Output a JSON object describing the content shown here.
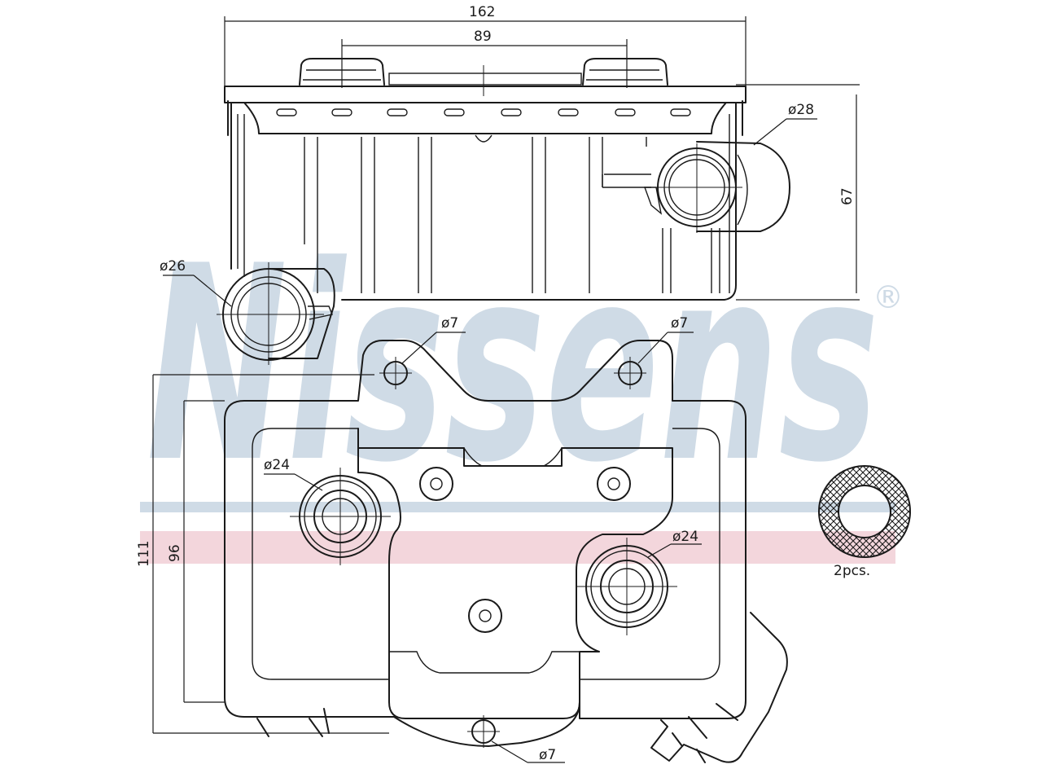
{
  "watermark": {
    "brand": "Nissens",
    "mark": "®",
    "color": "#cfdbe6",
    "stripe_blue": "#cfdbe6",
    "stripe_red": "#f3d6dc"
  },
  "dimensions": {
    "overall_width": "162",
    "stud_spacing": "89",
    "height": "67",
    "plate_outer": "111",
    "plate_inner": "96"
  },
  "callouts": {
    "pipe_right": "ø28",
    "pipe_left": "ø26",
    "hole_left": "ø7",
    "hole_right": "ø7",
    "hole_bottom": "ø7",
    "port_upper": "ø24",
    "port_lower": "ø24"
  },
  "seal": {
    "qty_label": "2pcs."
  }
}
